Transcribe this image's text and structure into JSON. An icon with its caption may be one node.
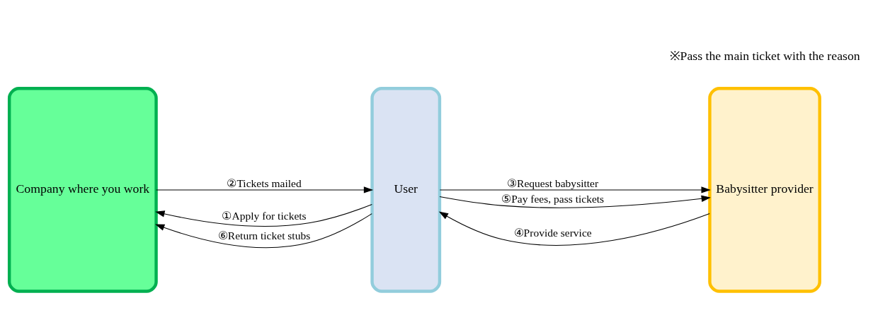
{
  "diagram": {
    "nodes": [
      {
        "text": [
          "Company where you work"
        ]
      },
      {
        "text": [
          "User"
        ]
      },
      {
        "text": [
          "Babysitter provider"
        ]
      }
    ],
    "edges": [
      {
        "from": 1,
        "to": 0,
        "arrow": "to",
        "label": "①Apply for tickets"
      },
      {
        "from": 0,
        "to": 1,
        "arrow": "to",
        "label": "②Tickets mailed"
      },
      {
        "from": 1,
        "to": 2,
        "arrow": "to",
        "label": "③Request babysitter"
      },
      {
        "from": 2,
        "to": 1,
        "arrow": "to",
        "label": "④Provide service"
      },
      {
        "from": 1,
        "to": 2,
        "arrow": "to",
        "label": "⑤Pay fees, pass tickets"
      },
      {
        "from": 1,
        "to": 0,
        "arrow": "to",
        "label": "⑥Return ticket stubs"
      }
    ],
    "labels": [
      "※Pass the main ticket with the reason"
    ]
  }
}
